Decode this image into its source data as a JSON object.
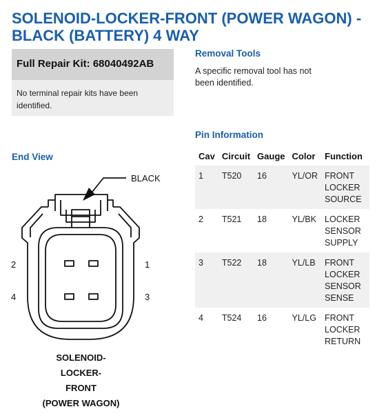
{
  "title": "SOLENOID-LOCKER-FRONT (POWER WAGON) - BLACK (BATTERY) 4 WAY",
  "repair_kit": {
    "heading": "Full Repair Kit: 68040492AB",
    "note": "No terminal repair kits have been identified."
  },
  "removal_tools": {
    "heading": "Removal Tools",
    "text": "A specific removal tool has not been identified."
  },
  "pin_information": {
    "heading": "Pin Information",
    "columns": [
      "Cav",
      "Circuit",
      "Gauge",
      "Color",
      "Function"
    ],
    "rows": [
      {
        "cav": "1",
        "circuit": "T520",
        "gauge": "16",
        "color": "YL/OR",
        "function": "FRONT LOCKER SOURCE"
      },
      {
        "cav": "2",
        "circuit": "T521",
        "gauge": "18",
        "color": "YL/BK",
        "function": "LOCKER SENSOR SUPPLY"
      },
      {
        "cav": "3",
        "circuit": "T522",
        "gauge": "18",
        "color": "YL/LB",
        "function": "FRONT LOCKER SENSOR SENSE"
      },
      {
        "cav": "4",
        "circuit": "T524",
        "gauge": "16",
        "color": "YL/LG",
        "function": "FRONT LOCKER RETURN"
      }
    ]
  },
  "end_view": {
    "heading": "End View",
    "callout": "BLACK",
    "pin_labels": {
      "p1": "1",
      "p2": "2",
      "p3": "3",
      "p4": "4"
    },
    "connector_name": [
      "SOLENOID-",
      "LOCKER-",
      "FRONT",
      "(POWER WAGON)"
    ]
  }
}
